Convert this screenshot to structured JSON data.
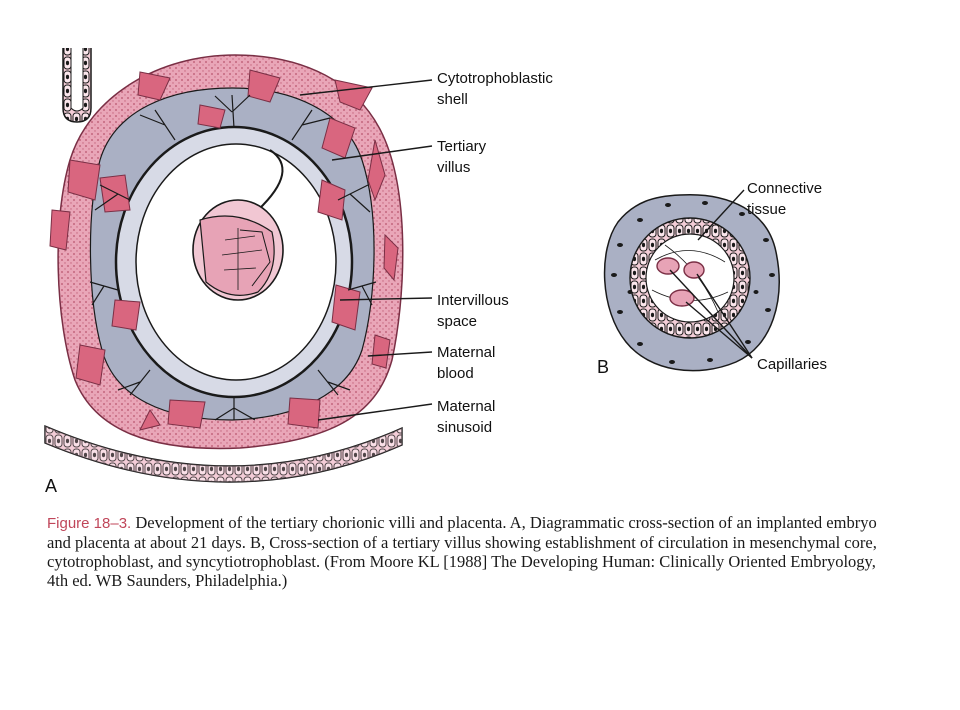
{
  "panel_a": {
    "letter": "A",
    "labels": {
      "cyto_shell": "Cytotrophoblastic\nshell",
      "tertiary_villus": "Tertiary\nvillus",
      "intervillous_space": "Intervillous\nspace",
      "maternal_blood": "Maternal\nblood",
      "maternal_sinusoid": "Maternal\nsinusoid"
    }
  },
  "panel_b": {
    "letter": "B",
    "labels": {
      "connective_tissue": "Connective\ntissue",
      "capillaries": "Capillaries"
    }
  },
  "caption": {
    "figure_label": "Figure 18–3.",
    "text": "Development of the tertiary chorionic villi and placenta. A, Diagrammatic cross-section of an implanted embryo and placenta at about 21 days. B, Cross-section of a tertiary villus showing establishment of circulation in mesenchymal core, cytotrophoblast, and syncytiotrophoblast. (From Moore KL [1988] The Developing Human: Clinically Oriented Embryology, 4th ed. WB Saunders, Philadelphia.)"
  },
  "colors": {
    "pink_tissue": "#e7a3b6",
    "rose_blood": "#d9667f",
    "gray_villus": "#aab0c4",
    "cavity": "#ffffff",
    "line": "#1a1a1a",
    "caption_label": "#c0465a"
  }
}
